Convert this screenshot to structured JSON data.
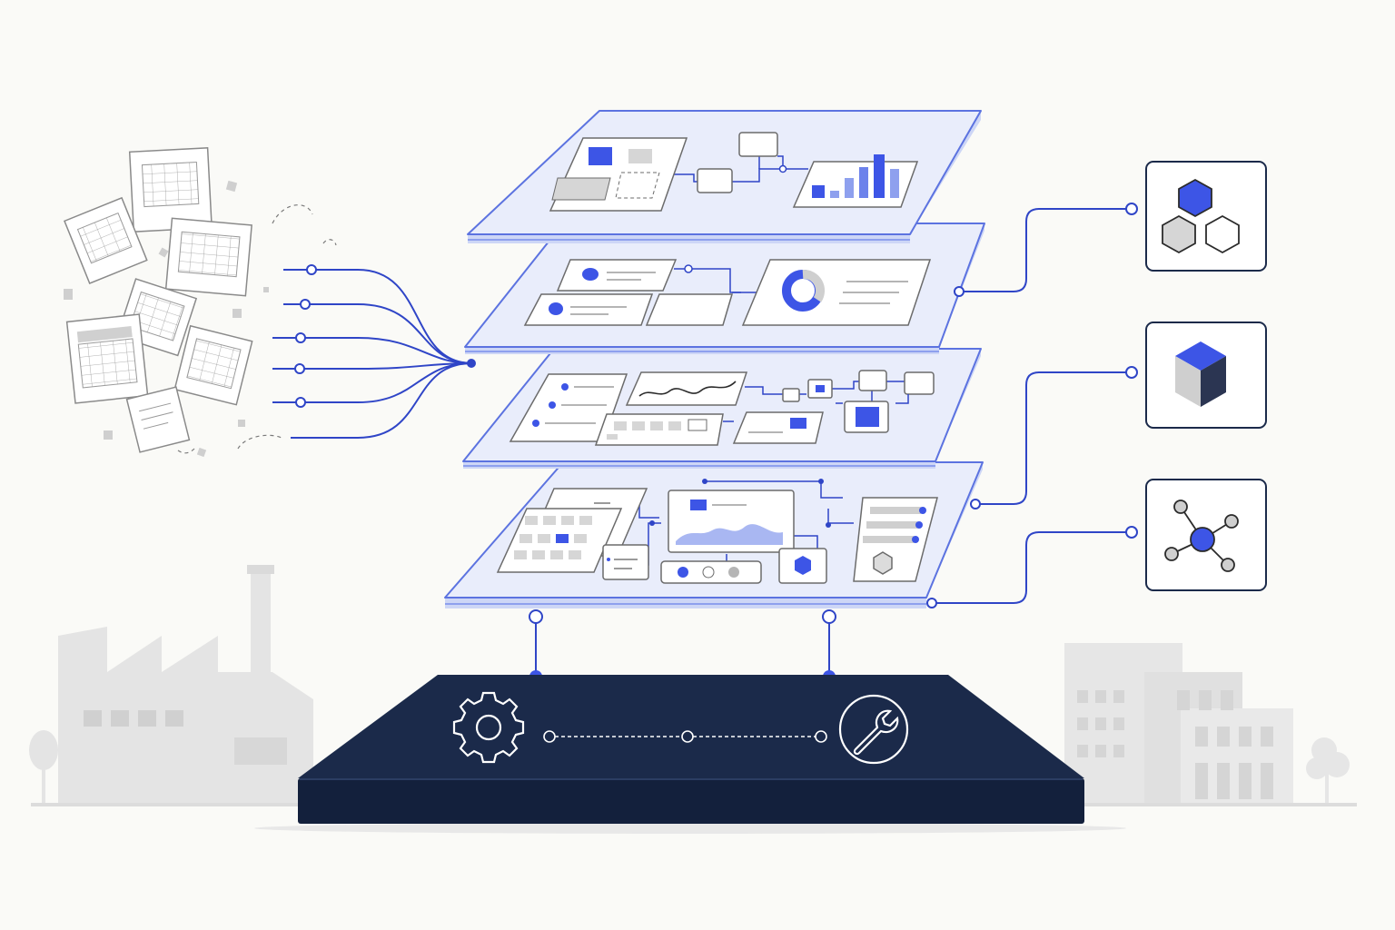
{
  "colors": {
    "background": "#fafaf7",
    "accent": "#3d55e6",
    "accent_light": "#8ea0ee",
    "layer_fill": "#e7ebfa",
    "layer_edge": "#9fb0ee",
    "dark_base": "#1b2a4a",
    "dark_base_side": "#13203c",
    "muted_gray": "#cfcfcf",
    "building_gray": "#e4e4e4"
  },
  "icons": {
    "left": "scattered-spreadsheet-documents",
    "layer_1": "dashboard-with-bar-chart",
    "layer_2": "dashboard-with-donut-chart",
    "layer_3": "workflow-with-line-chart",
    "layer_4": "data-grid-and-area-chart",
    "right_top": "hexagon-cluster-icon",
    "right_middle": "cube-icon",
    "right_bottom": "network-node-icon",
    "base_left": "gear-icon",
    "base_right": "wrench-icon",
    "background_left": "factory-silhouette",
    "background_right": "office-building-silhouette"
  },
  "layer_count": 4,
  "input_line_count": 6
}
